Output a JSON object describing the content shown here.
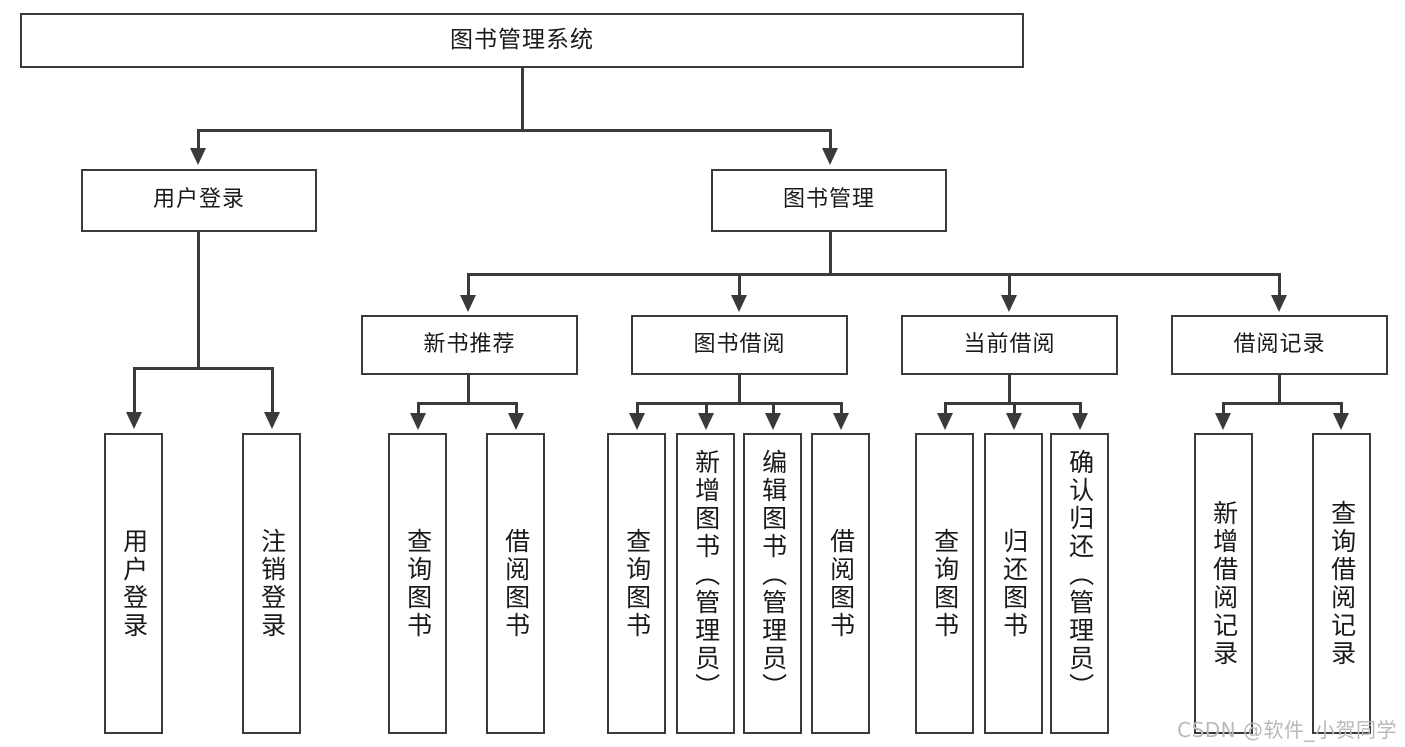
{
  "diagram": {
    "title": "图书管理系统",
    "type": "tree",
    "orientation": "top-down",
    "watermark": "CSDN @软件_小贺同学",
    "colors": {
      "stroke": "#3a3a3a",
      "fill": "#ffffff",
      "text": "#1a1a1a",
      "watermark": "#b9b9b9"
    },
    "levels": {
      "root": {
        "label": "图书管理系统"
      },
      "level2": [
        {
          "id": "user-login",
          "label": "用户登录"
        },
        {
          "id": "book-management",
          "label": "图书管理"
        }
      ],
      "level3": [
        {
          "id": "new-book-recommend",
          "label": "新书推荐",
          "parent": "book-management"
        },
        {
          "id": "book-borrow",
          "label": "图书借阅",
          "parent": "book-management"
        },
        {
          "id": "current-borrow",
          "label": "当前借阅",
          "parent": "book-management"
        },
        {
          "id": "borrow-record",
          "label": "借阅记录",
          "parent": "book-management"
        }
      ],
      "leaves": [
        {
          "id": "leaf-user-login",
          "label": "用户登录",
          "parent": "user-login"
        },
        {
          "id": "leaf-logout",
          "label": "注销登录",
          "parent": "user-login"
        },
        {
          "id": "leaf-query-book-1",
          "label": "查询图书",
          "parent": "new-book-recommend"
        },
        {
          "id": "leaf-borrow-book-1",
          "label": "借阅图书",
          "parent": "new-book-recommend"
        },
        {
          "id": "leaf-query-book-2",
          "label": "查询图书",
          "parent": "book-borrow"
        },
        {
          "id": "leaf-add-book",
          "label": "新增图书（管理员）",
          "parent": "book-borrow"
        },
        {
          "id": "leaf-edit-book",
          "label": "编辑图书（管理员）",
          "parent": "book-borrow"
        },
        {
          "id": "leaf-borrow-book-2",
          "label": "借阅图书",
          "parent": "book-borrow"
        },
        {
          "id": "leaf-query-book-3",
          "label": "查询图书",
          "parent": "current-borrow"
        },
        {
          "id": "leaf-return-book",
          "label": "归还图书",
          "parent": "current-borrow"
        },
        {
          "id": "leaf-confirm-return",
          "label": "确认归还（管理员）",
          "parent": "current-borrow"
        },
        {
          "id": "leaf-add-record",
          "label": "新增借阅记录",
          "parent": "borrow-record"
        },
        {
          "id": "leaf-query-record",
          "label": "查询借阅记录",
          "parent": "borrow-record"
        }
      ]
    }
  }
}
